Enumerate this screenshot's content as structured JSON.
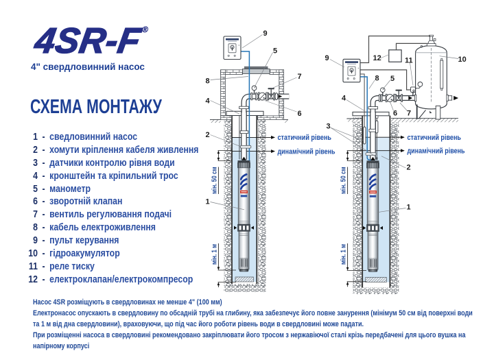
{
  "brand": {
    "logo_text": "4SR-F",
    "registered_mark": "®",
    "tagline": "4\" свердловинний насос"
  },
  "title": "СХЕМА МОНТАЖУ",
  "legend": {
    "separator": "-",
    "items": [
      {
        "num": "1",
        "text": "сведловинний насос"
      },
      {
        "num": "2",
        "text": "хомути кріплення кабеля живлення"
      },
      {
        "num": "3",
        "text": "датчики контролю рівня води"
      },
      {
        "num": "4",
        "text": "кронштейн та кріпильний трос"
      },
      {
        "num": "5",
        "text": "манометр"
      },
      {
        "num": "6",
        "text": "зворотній клапан"
      },
      {
        "num": "7",
        "text": "вентиль регулювання подачі"
      },
      {
        "num": "8",
        "text": "кабель електроживлення"
      },
      {
        "num": "9",
        "text": "пульт керування"
      },
      {
        "num": "10",
        "text": "гідроакумулятор"
      },
      {
        "num": "11",
        "text": "реле тиску"
      },
      {
        "num": "12",
        "text": "електроклапан/електрокомпресор"
      }
    ]
  },
  "notes": {
    "lines": [
      "Насос 4SR розміщують в свердловинах не менше 4\" (100 мм)",
      "Електронасос опускають в свердловину по обсадній трубі на глибину, яка забезпечує його повне занурення (мінімум 50 см від поверхні води",
      "та 1 м від дна свердловини), враховуючи, що під час його роботи рівень води в свердловині може падати.",
      "При розміщенні насоса в свердловині рекомендовано закріплювати його тросом з нержавіючої сталі крізь передбачені для цього вушка на",
      "напірному корпусі"
    ]
  },
  "diagram_labels": {
    "n1": "1",
    "n2": "2",
    "n3": "3",
    "n4": "4",
    "n5": "5",
    "n6": "6",
    "n7": "7",
    "n8": "8",
    "n9": "9",
    "n10": "10",
    "n11": "11",
    "n12": "12",
    "static_level": "статичний рівень",
    "dynamic_level": "динамічний рівень",
    "min_50cm": "мін. 50 см",
    "min_1m": "мін. 1 м"
  },
  "colors": {
    "accent_blue": "#1e4796",
    "logo_navy": "#252e86",
    "cable_blue": "#2474b5",
    "water_light": "#dcebf7",
    "water_deep": "#cfe4f4",
    "pump_label_red": "#cc3b2e"
  }
}
